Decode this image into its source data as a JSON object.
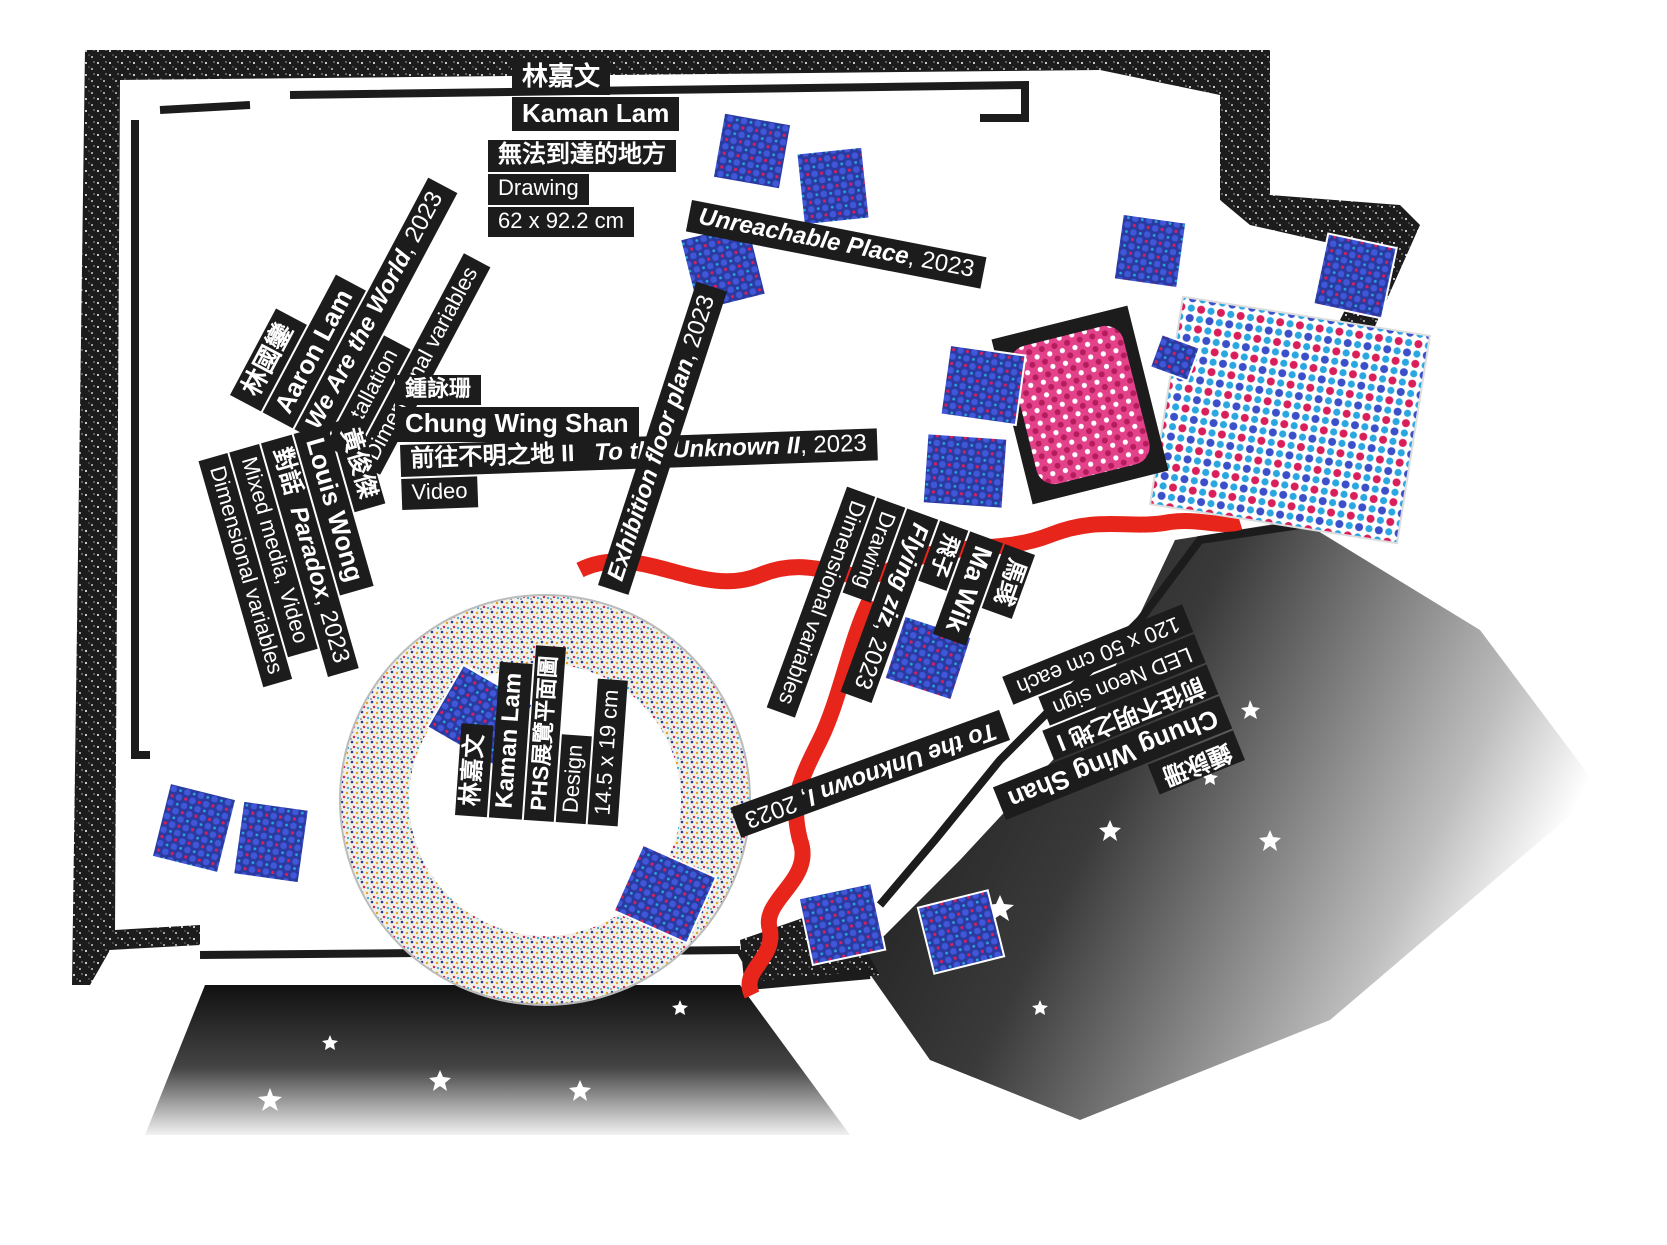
{
  "colors": {
    "ink": "#1c1c1c",
    "red_line": "#e8251a",
    "dot_blue": "#2a3aa0",
    "dot_red": "#d91f5a",
    "dot_cyan": "#2aa7e0",
    "paper": "#ffffff"
  },
  "labels": {
    "kaman_top": {
      "name_zh": "林嘉文",
      "name_en": "Kaman Lam",
      "title_zh": "無法到達的地方",
      "title_en": "Unreachable Place",
      "year": ", 2023",
      "medium": "Drawing",
      "size": "62 x 92.2 cm"
    },
    "aaron": {
      "name_zh": "林國鑾",
      "name_en": "Aaron Lam",
      "title_en": "We Are the World",
      "year": ", 2023",
      "medium": "Installation",
      "size": "Dimensional variables"
    },
    "chung_top": {
      "name_zh": "鍾詠珊",
      "name_en": "Chung Wing Shan",
      "title_zh": "前往不明之地 II",
      "title_en": "To the Unknown II",
      "year": ", 2023",
      "medium": "Video"
    },
    "louis": {
      "name_zh": "黃俊傑",
      "name_en": "Louis Wong",
      "title_zh": "對話",
      "title_en": "Paradox",
      "year": ", 2023",
      "medium": "Mixed media, Video",
      "size": "Dimensional variables"
    },
    "floorplan": {
      "name_zh": "林嘉文",
      "name_en": "Kaman Lam",
      "title_zh": "PHS展覽平面圖",
      "title_en": "Exhibition floor plan",
      "year": ", 2023",
      "medium": "Design",
      "size": "14.5 x 19 cm"
    },
    "mawik": {
      "name_zh": "馬彧",
      "name_en": "Ma Wik",
      "title_zh": "飛子",
      "title_en": "Flying ziz",
      "year": ", 2023",
      "medium": "Drawing",
      "size": "Dimensional variables"
    },
    "chung_bottom": {
      "name_zh": "鍾詠珊",
      "name_en": "Chung Wing Shan",
      "title_zh": "前往不明之地 I",
      "title_en": "To the Unknown I",
      "year": ", 2023",
      "medium": "LED Neon sign",
      "size": "120 x 50 cm each"
    }
  }
}
